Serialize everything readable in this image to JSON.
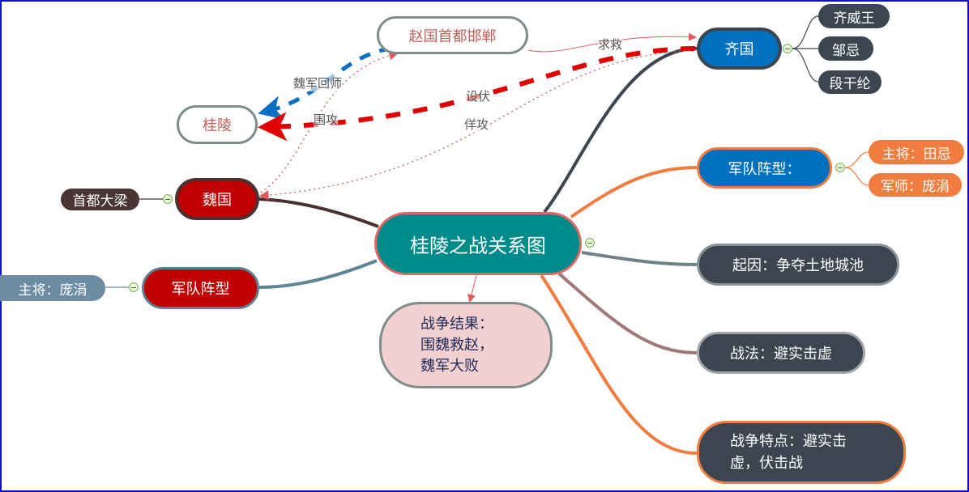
{
  "central": {
    "label": "桂陵之战关系图"
  },
  "colors": {
    "frame": "#1010c8",
    "central": "#008b8b",
    "blue": "#0070c0",
    "dark": "#3b4650",
    "red": "#c00000",
    "orange": "#f07c3f",
    "steel": "#6b8ca3"
  },
  "qi": {
    "label": "齐国",
    "children": [
      "齐威王",
      "邹忌",
      "段干纶"
    ]
  },
  "qi_army": {
    "label": "军队阵型：",
    "children": [
      "主将：田忌",
      "军师：庞涓"
    ]
  },
  "cause": {
    "label": "起因：争夺土地城池"
  },
  "tactics": {
    "label": "战法：避实击虚"
  },
  "features": {
    "line1": "战争特点：避实击",
    "line2": "虚，伏击战"
  },
  "result": {
    "line1": "战争结果：",
    "line2": "围魏救赵，",
    "line3": "魏军大败"
  },
  "wei": {
    "label": "魏国",
    "children": [
      "首都大梁"
    ]
  },
  "wei_army": {
    "label": "军队阵型",
    "children": [
      "主将：庞涓"
    ]
  },
  "floating": {
    "zhao": "赵国首都邯郸",
    "guiling": "桂陵"
  },
  "relations": {
    "help": "求救",
    "return": "魏军回师",
    "siege": "围攻",
    "ambush": "设伏",
    "feint": "佯攻"
  }
}
